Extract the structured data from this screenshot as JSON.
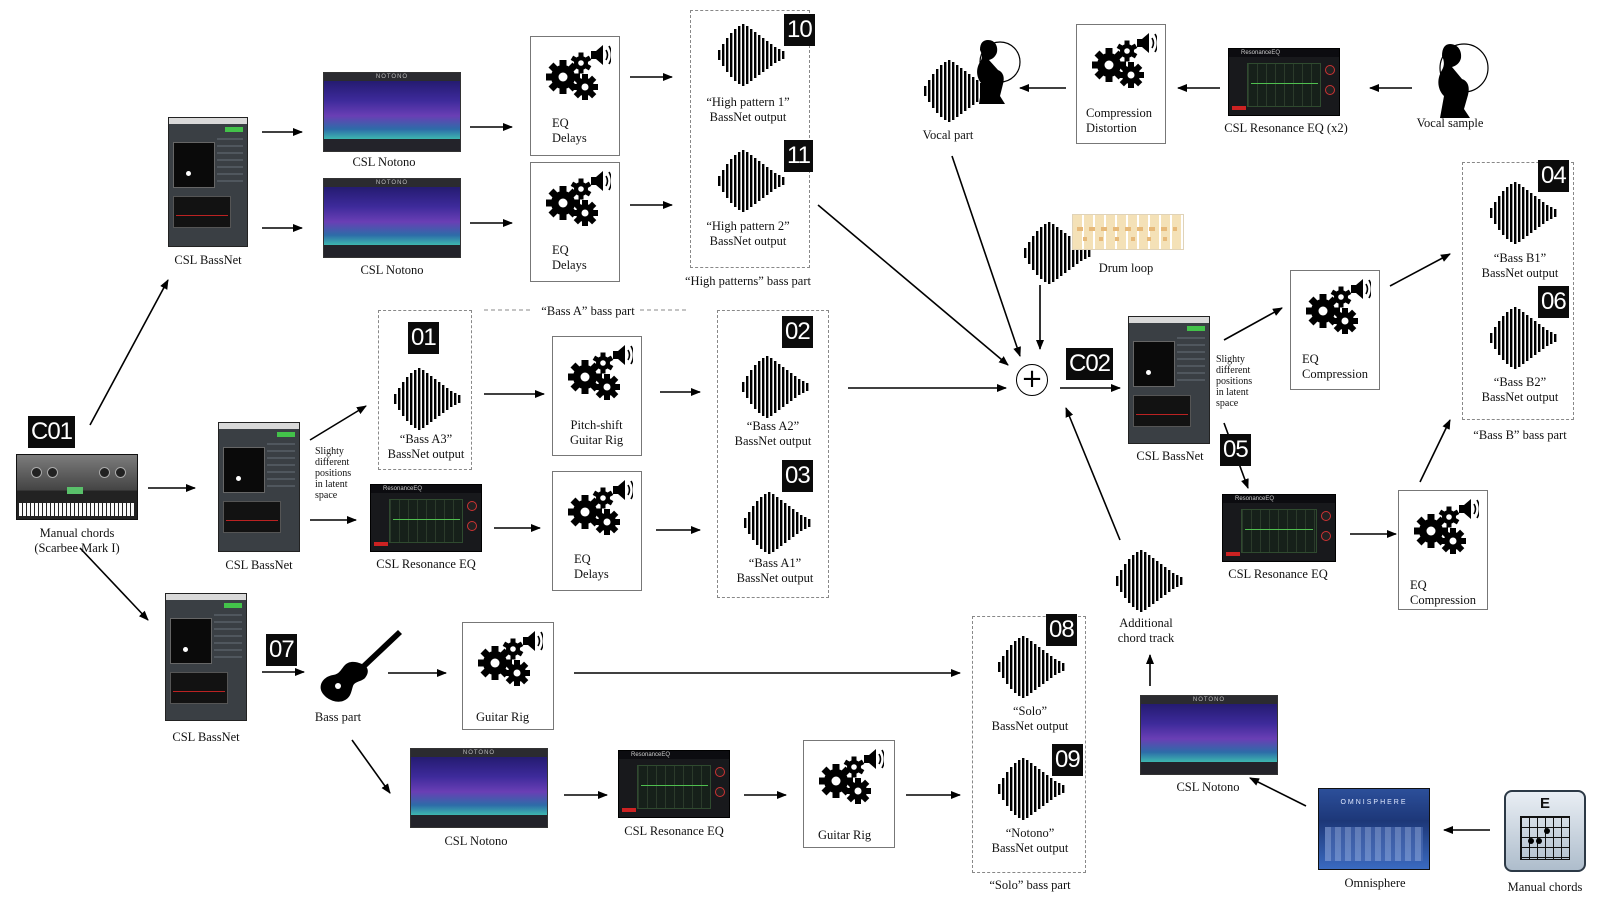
{
  "badges": {
    "c01": "C01",
    "c02": "C02",
    "n01": "01",
    "n02": "02",
    "n03": "03",
    "n04": "04",
    "n05": "05",
    "n06": "06",
    "n07": "07",
    "n08": "08",
    "n09": "09",
    "n10": "10",
    "n11": "11"
  },
  "labels": {
    "manual_chords_scarbee": "Manual chords\n(Scarbee Mark I)",
    "bassnet_top": "CSL BassNet",
    "bassnet_mid": "CSL BassNet",
    "bassnet_bottom": "CSL BassNet",
    "bassnet_right": "CSL BassNet",
    "notono_1": "CSL Notono",
    "notono_2": "CSL Notono",
    "notono_bottom": "CSL Notono",
    "notono_right": "CSL Notono",
    "reseq_mid": "CSL Resonance EQ",
    "reseq_bottom": "CSL Resonance EQ",
    "reseq_right": "CSL Resonance EQ",
    "reseq_top": "CSL Resonance EQ (x2)",
    "omnisphere": "Omnisphere",
    "manual_chords": "Manual chords",
    "vocal_sample": "Vocal sample",
    "vocal_part": "Vocal part",
    "drum_loop": "Drum loop",
    "additional_chord": "Additional\nchord track",
    "bass_part": "Bass part",
    "high_patterns_part": "“High patterns” bass part",
    "bass_a_part": "“Bass A” bass part",
    "bass_b_part": "“Bass B” bass part",
    "solo_part": "“Solo” bass part",
    "latent_1": "Slighty\ndifferent\npositions\nin latent\nspace",
    "latent_2": "Slighty\ndifferent\npositions\nin latent\nspace"
  },
  "outputs": {
    "high1": "“High pattern 1”\nBassNet output",
    "high2": "“High pattern 2”\nBassNet output",
    "bassA3": "“Bass A3”\nBassNet output",
    "bassA2": "“Bass A2”\nBassNet output",
    "bassA1": "“Bass A1”\nBassNet output",
    "bassB1": "“Bass B1”\nBassNet output",
    "bassB2": "“Bass B2”\nBassNet output",
    "solo": "“Solo”\nBassNet output",
    "notono": "“Notono”\nBassNet output"
  },
  "processes": {
    "eq_delays_1": "EQ\nDelays",
    "eq_delays_2": "EQ\nDelays",
    "eq_delays_3": "EQ\nDelays",
    "pitch_shift": "Pitch-shift\nGuitar Rig",
    "guitar_rig_1": "Guitar Rig",
    "guitar_rig_2": "Guitar Rig",
    "comp_distortion": "Compression\nDistortion",
    "eq_comp_1": "EQ\nCompression",
    "eq_comp_2": "EQ\nCompression"
  },
  "plugin_text": {
    "notono_bar": "NOTONO",
    "reseq_head": "ResonanceEQ",
    "omni_title": "OMNISPHERE",
    "chord_name": "E"
  },
  "symbols": {
    "sum": "+"
  }
}
